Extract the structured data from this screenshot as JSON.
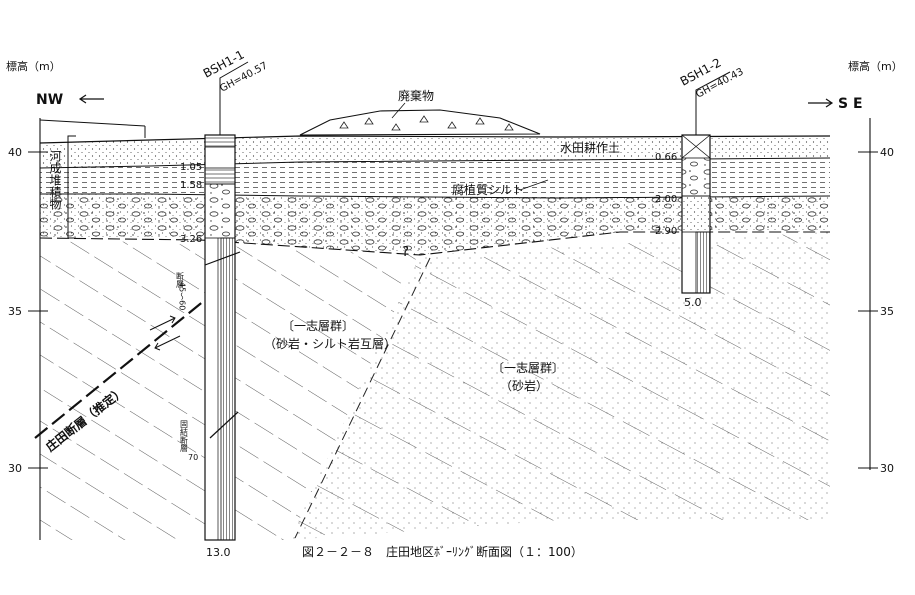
{
  "axes": {
    "left_label": "標高（m）",
    "right_label": "標高（m）",
    "ticks": [
      "40",
      "35",
      "30"
    ]
  },
  "directions": {
    "left": "NW",
    "right": "S E"
  },
  "boreholes": [
    {
      "name": "BSH1-1",
      "gh": "GH=40.57",
      "depths": [
        "1.05",
        "1.58",
        "3.26"
      ],
      "bottom": "13.0"
    },
    {
      "name": "BSH1-2",
      "gh": "GH=40.43",
      "depths": [
        "0.66",
        "2.00",
        "2.90"
      ],
      "bottom": "5.0"
    }
  ],
  "layers": {
    "waste": "廃棄物",
    "paddy": "水田耕作土",
    "humic_silt": "腐植質シルト",
    "fluvial": "河成堆積物",
    "ishi_group_a": "〔一志層群〕",
    "ishi_group_a_desc": "（砂岩・シルト岩互層）",
    "ishi_group_b": "〔一志層群〕",
    "ishi_group_b_desc": "（砂岩）"
  },
  "annotations": {
    "fault_a_text": "断層",
    "fault_a_angle": "45～60",
    "fault_b_text": "固結断層",
    "fault_b_angle": "70",
    "shoda_fault": "庄田断層（推定）",
    "question": "?"
  },
  "caption": "図２－２－８　庄田地区ﾎﾞｰﾘﾝｸﾞ断面図（１：100）"
}
